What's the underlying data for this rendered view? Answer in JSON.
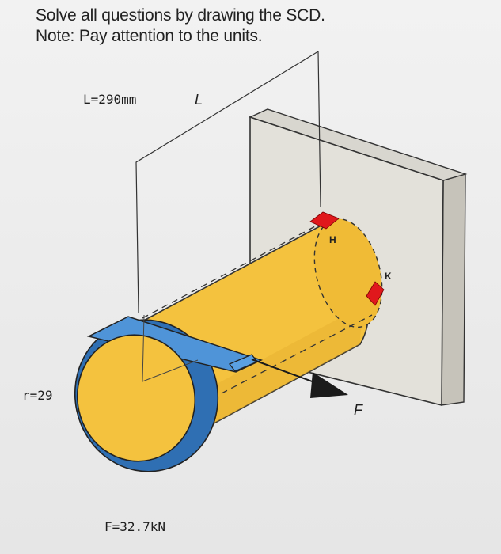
{
  "instructions": {
    "line1": "Solve all questions by drawing the SCD.",
    "line2": "Note: Pay attention to the units."
  },
  "labels": {
    "length_value": "L=290mm",
    "length_symbol": "L",
    "radius": "r=29",
    "force_symbol": "F",
    "force_value": "F=32.7kN",
    "point_h": "H",
    "point_k": "K"
  },
  "colors": {
    "cylinder": "#f4c23e",
    "cylinder_shade": "#e0a92a",
    "band": "#4f94d8",
    "band_dark": "#2f6fb3",
    "wall_face": "#e3e1da",
    "wall_side": "#c6c3ba",
    "points": "#e0181c",
    "arrow": "#1b1b1b"
  }
}
